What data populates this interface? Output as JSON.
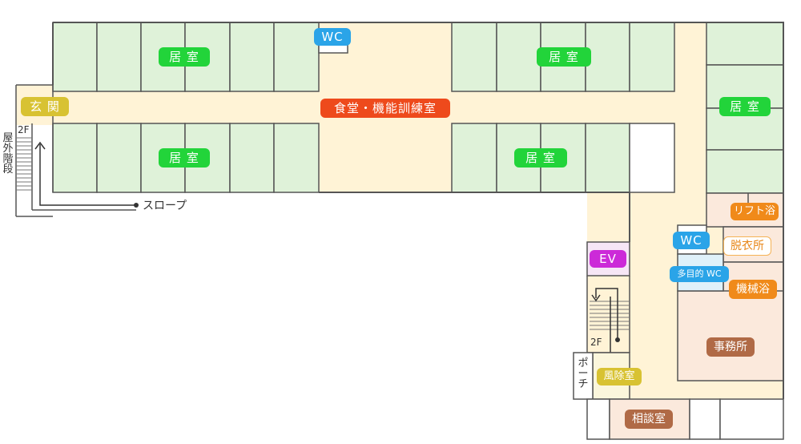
{
  "colors": {
    "room_fill": "#dff2d9",
    "corridor_fill": "#fff3d6",
    "service_fill": "#fbe9dc",
    "wall": "#555555"
  },
  "rooms": {
    "kyoshitsu_top_left": "居 室",
    "kyoshitsu_top_right": "居 室",
    "kyoshitsu_bottom_left": "居 室",
    "kyoshitsu_bottom_right": "居 室",
    "kyoshitsu_right": "居 室",
    "wc_top": "WC",
    "genkan": "玄 関",
    "dining": "食堂・機能訓練室",
    "lift_bath": "リフト浴",
    "wc_right": "WC",
    "dressing": "脱衣所",
    "ev": "EV",
    "multipurpose_wc": "多目的 WC",
    "machine_bath": "機械浴",
    "office": "事務所",
    "windbreak": "風除室",
    "consultation": "相談室"
  },
  "annotations": {
    "outdoor_stairs": "屋外階段",
    "floor_left": "2F",
    "floor_right": "2F",
    "slope": "スロープ",
    "porch": "ポーチ"
  }
}
